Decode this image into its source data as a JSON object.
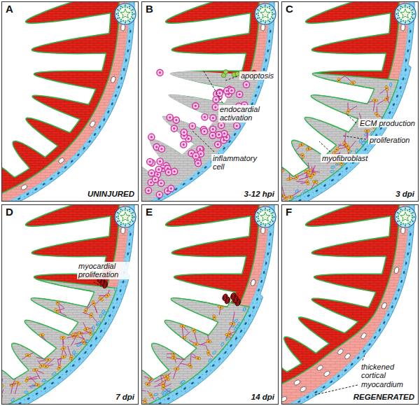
{
  "diagram": {
    "nodes": [
      {
        "text": [
          "A",
          "UNINJURED"
        ]
      },
      {
        "text": [
          "B",
          "3-12 hpi"
        ]
      },
      {
        "text": [
          "C",
          "3 dpi"
        ]
      },
      {
        "text": [
          "D",
          "7 dpi"
        ]
      },
      {
        "text": [
          "E",
          "14 dpi"
        ]
      },
      {
        "text": [
          "F",
          "REGENERATED"
        ]
      }
    ],
    "labels": [
      "apoptosis",
      "endocardial activation",
      "inflammatory cell",
      "ECM production",
      "proliferation",
      "myofibroblast",
      "myocardial proliferation",
      "thickened cortical myocardium"
    ]
  }
}
